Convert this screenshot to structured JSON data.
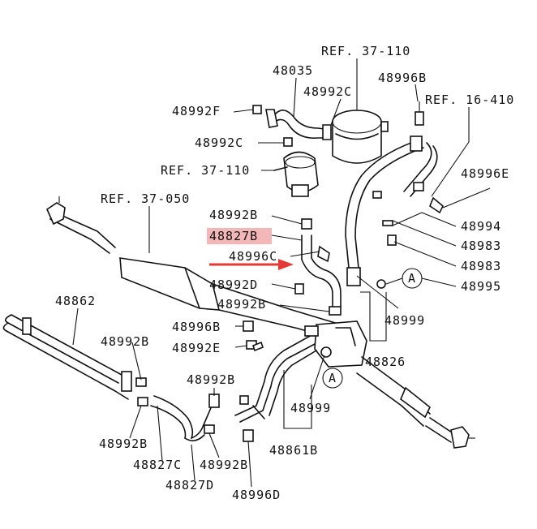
{
  "labels": [
    {
      "id": "ref-37-110-top",
      "text": "REF. 37-110"
    },
    {
      "id": "48035",
      "text": "48035"
    },
    {
      "id": "48996b-top",
      "text": "48996B"
    },
    {
      "id": "48992c-top",
      "text": "48992C"
    },
    {
      "id": "ref-16-410",
      "text": "REF. 16-410"
    },
    {
      "id": "48992f",
      "text": "48992F"
    },
    {
      "id": "48992c-mid",
      "text": "48992C"
    },
    {
      "id": "ref-37-110-mid",
      "text": "REF. 37-110"
    },
    {
      "id": "48996e",
      "text": "48996E"
    },
    {
      "id": "ref-37-050",
      "text": "REF. 37-050"
    },
    {
      "id": "48992b-1",
      "text": "48992B"
    },
    {
      "id": "48994",
      "text": "48994"
    },
    {
      "id": "48827b",
      "text": "48827B"
    },
    {
      "id": "48983-a",
      "text": "48983"
    },
    {
      "id": "48996c",
      "text": "48996C"
    },
    {
      "id": "48983-b",
      "text": "48983"
    },
    {
      "id": "48992d",
      "text": "48992D"
    },
    {
      "id": "48995",
      "text": "48995"
    },
    {
      "id": "48862",
      "text": "48862"
    },
    {
      "id": "48992b-2",
      "text": "48992B"
    },
    {
      "id": "48999-right",
      "text": "48999"
    },
    {
      "id": "48996b-mid",
      "text": "48996B"
    },
    {
      "id": "48992b-3",
      "text": "48992B"
    },
    {
      "id": "48992e",
      "text": "48992E"
    },
    {
      "id": "48826",
      "text": "48826"
    },
    {
      "id": "48992b-4",
      "text": "48992B"
    },
    {
      "id": "48999-low",
      "text": "48999"
    },
    {
      "id": "48992b-5",
      "text": "48992B"
    },
    {
      "id": "48861b",
      "text": "48861B"
    },
    {
      "id": "48827c",
      "text": "48827C"
    },
    {
      "id": "48992b-6",
      "text": "48992B"
    },
    {
      "id": "48827d",
      "text": "48827D"
    },
    {
      "id": "48996d",
      "text": "48996D"
    }
  ],
  "callouts": [
    {
      "id": "callout-a-right",
      "text": "A"
    },
    {
      "id": "callout-a-lower",
      "text": "A"
    }
  ],
  "highlight": {
    "label_id": "48827b",
    "fill_color": "#f4b7b7",
    "arrow_color": "#e53935"
  }
}
